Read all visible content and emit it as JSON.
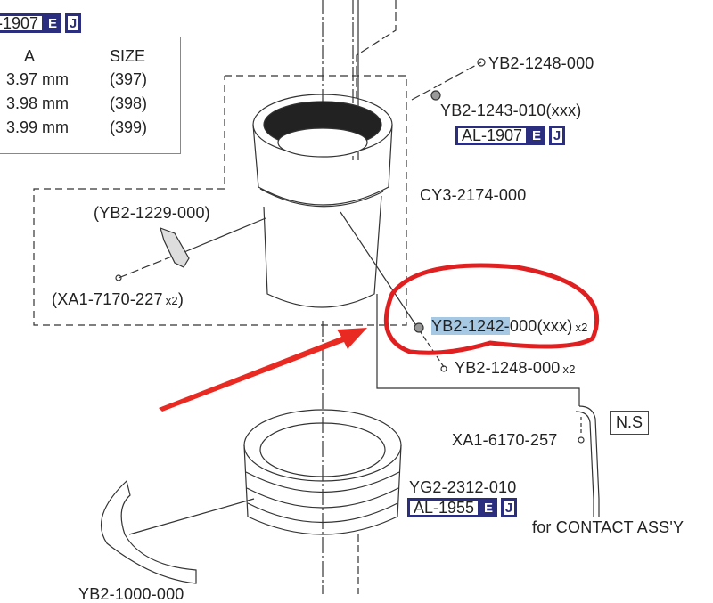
{
  "diagram": {
    "type": "exploded-parts-diagram",
    "subject": "lens barrel assembly"
  },
  "top_badge": {
    "code": "-1907",
    "e": "E",
    "j": "J"
  },
  "size_table": {
    "headers": [
      "A",
      "SIZE"
    ],
    "rows": [
      [
        "3.97 mm",
        "(397)"
      ],
      [
        "3.98 mm",
        "(398)"
      ],
      [
        "3.99 mm",
        "(399)"
      ]
    ]
  },
  "parts": {
    "p1": {
      "code": "YB2-1248-000",
      "qty": ""
    },
    "p2": {
      "code": "YB2-1243-010(xxx)",
      "qty": ""
    },
    "p2_badge": {
      "code": "AL-1907",
      "e": "E",
      "j": "J"
    },
    "p3": {
      "code": "CY3-2174-000",
      "qty": ""
    },
    "p4": {
      "code": "(YB2-1229-000)",
      "qty": ""
    },
    "p5": {
      "code": "(XA1-7170-227",
      "qty": "x2",
      "close": ")"
    },
    "p6": {
      "code_highlighted": "YB2-1242-",
      "code_rest": "000(xxx)",
      "qty": "x2"
    },
    "p7": {
      "code": "YB2-1248-000",
      "qty": "x2"
    },
    "p8": {
      "code": "XA1-6170-257",
      "qty": ""
    },
    "p9": {
      "label": "N.S"
    },
    "p10": {
      "code": "YG2-2312-010",
      "qty": ""
    },
    "p10_badge": {
      "code": "AL-1955",
      "e": "E",
      "j": "J"
    },
    "p11": {
      "label": "for CONTACT ASS'Y"
    },
    "p12": {
      "code": "YB2-1000-000 (cut off)"
    }
  },
  "annotations": {
    "circle_color": "#e02020",
    "arrow_color": "#e82a22",
    "highlight_color": "#a7c8e3",
    "badge_color": "#2b2d7e"
  }
}
